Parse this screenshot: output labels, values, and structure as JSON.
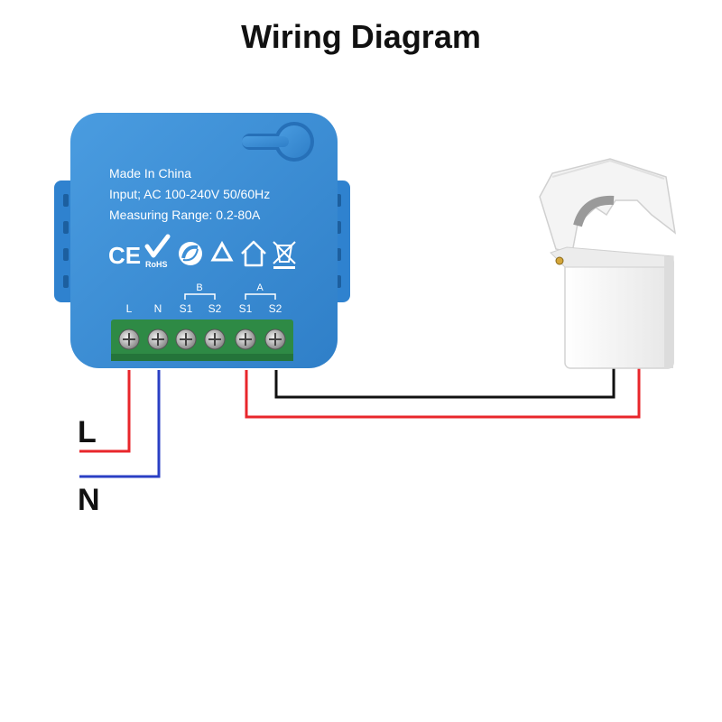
{
  "title": "Wiring Diagram",
  "module": {
    "lines": [
      "Made In China",
      "Input; AC 100-240V 50/60Hz",
      "Measuring Range: 0.2-80A"
    ],
    "cert_marks": [
      "CE",
      "RoHS"
    ],
    "group_labels": [
      "B",
      "A"
    ],
    "terminal_labels": [
      "L",
      "N",
      "S1",
      "S2",
      "S1",
      "S2"
    ],
    "color": "#3d8fd6"
  },
  "wire_labels": {
    "live": "L",
    "neutral": "N"
  },
  "wire_colors": {
    "live": "#e8262b",
    "neutral": "#2a3fc4",
    "signal": "#111111"
  },
  "icons": [
    "ce-mark-icon",
    "rohs-check-icon",
    "green-dot-recycle-icon",
    "recycle-arrows-icon",
    "house-icon",
    "crossed-bin-weee-icon",
    "ct-clamp-icon"
  ]
}
